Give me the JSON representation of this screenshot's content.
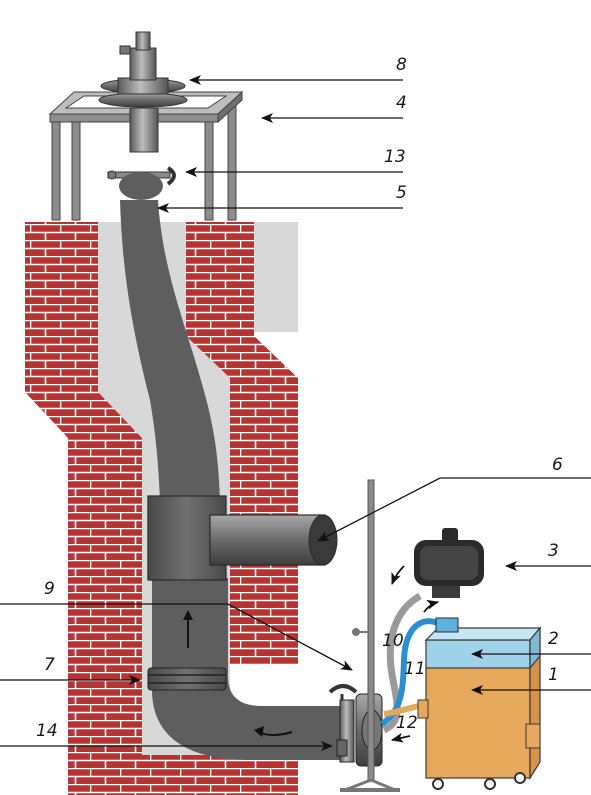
{
  "diagram": {
    "callouts": [
      {
        "id": "1",
        "text": "1"
      },
      {
        "id": "2",
        "text": "2"
      },
      {
        "id": "3",
        "text": "3"
      },
      {
        "id": "4",
        "text": "4"
      },
      {
        "id": "5",
        "text": "5"
      },
      {
        "id": "6",
        "text": "6"
      },
      {
        "id": "7",
        "text": "7"
      },
      {
        "id": "8",
        "text": "8"
      },
      {
        "id": "9",
        "text": "9"
      },
      {
        "id": "10",
        "text": "10"
      },
      {
        "id": "11",
        "text": "11"
      },
      {
        "id": "12",
        "text": "12"
      },
      {
        "id": "13",
        "text": "13"
      },
      {
        "id": "14",
        "text": "14"
      }
    ]
  },
  "colors": {
    "brick": "#b83232",
    "mortar": "#ffffff",
    "flue": "#d8d8d8",
    "liner": "#5e5e5e",
    "metal": "#888888",
    "cabinet": "#e6a85a",
    "tank": "#9fd3ea",
    "hose_blue": "#2a8fd0",
    "hose_grey": "#9a9a9a"
  }
}
